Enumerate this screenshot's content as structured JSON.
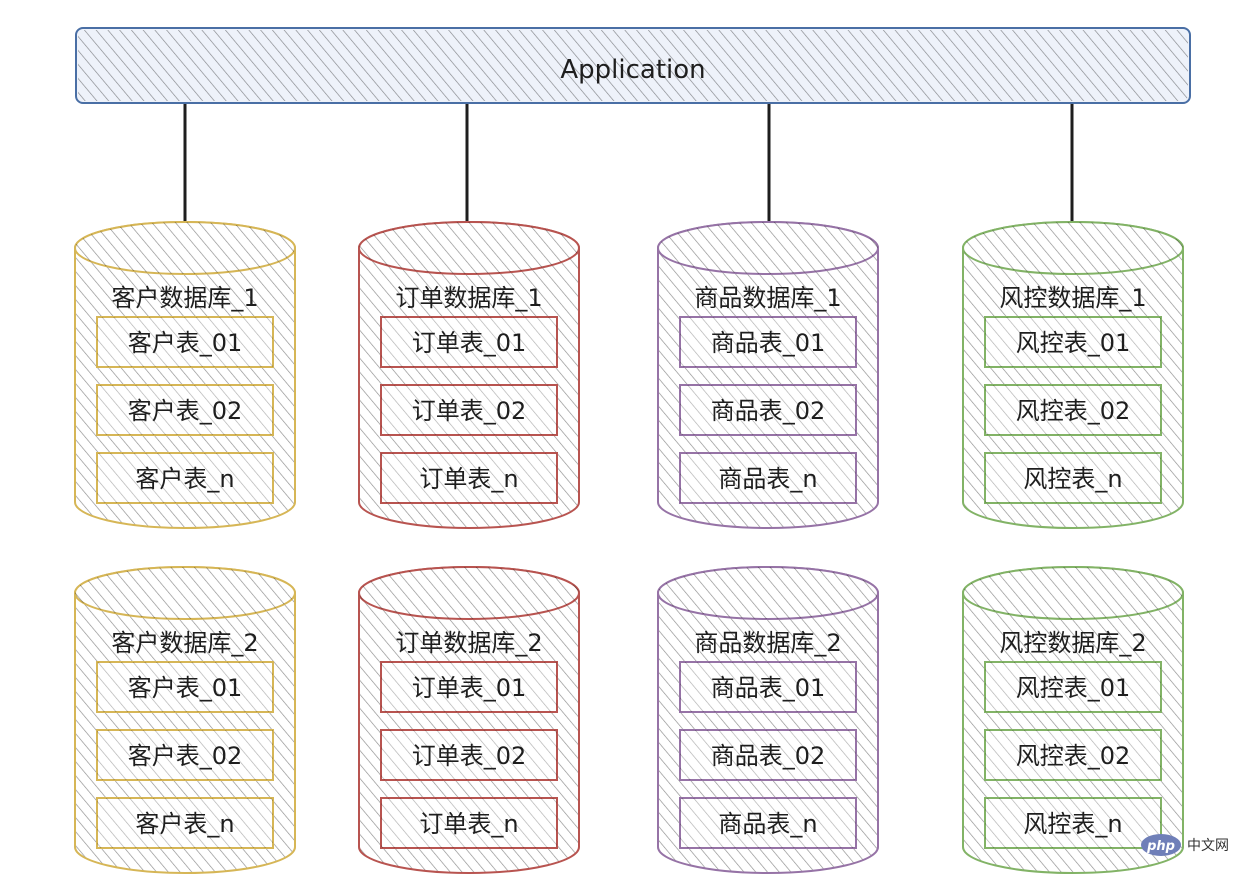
{
  "application": {
    "label": "Application",
    "color": "#4a6fa5",
    "fill": "#dbe4f3"
  },
  "colors": {
    "customer": "#d6b656",
    "order": "#b85450",
    "product": "#9673a6",
    "risk": "#82b366",
    "arrow": "#1e1e1e"
  },
  "databases": [
    {
      "group": "customer",
      "title": "客户数据库_1",
      "tables": [
        "客户表_01",
        "客户表_02",
        "客户表_n"
      ]
    },
    {
      "group": "order",
      "title": "订单数据库_1",
      "tables": [
        "订单表_01",
        "订单表_02",
        "订单表_n"
      ]
    },
    {
      "group": "product",
      "title": "商品数据库_1",
      "tables": [
        "商品表_01",
        "商品表_02",
        "商品表_n"
      ]
    },
    {
      "group": "risk",
      "title": "风控数据库_1",
      "tables": [
        "风控表_01",
        "风控表_02",
        "风控表_n"
      ]
    },
    {
      "group": "customer",
      "title": "客户数据库_2",
      "tables": [
        "客户表_01",
        "客户表_02",
        "客户表_n"
      ]
    },
    {
      "group": "order",
      "title": "订单数据库_2",
      "tables": [
        "订单表_01",
        "订单表_02",
        "订单表_n"
      ]
    },
    {
      "group": "product",
      "title": "商品数据库_2",
      "tables": [
        "商品表_01",
        "商品表_02",
        "商品表_n"
      ]
    },
    {
      "group": "risk",
      "title": "风控数据库_2",
      "tables": [
        "风控表_01",
        "风控表_02",
        "风控表_n"
      ]
    }
  ],
  "watermark": {
    "logo": "php",
    "text": "中文网"
  }
}
